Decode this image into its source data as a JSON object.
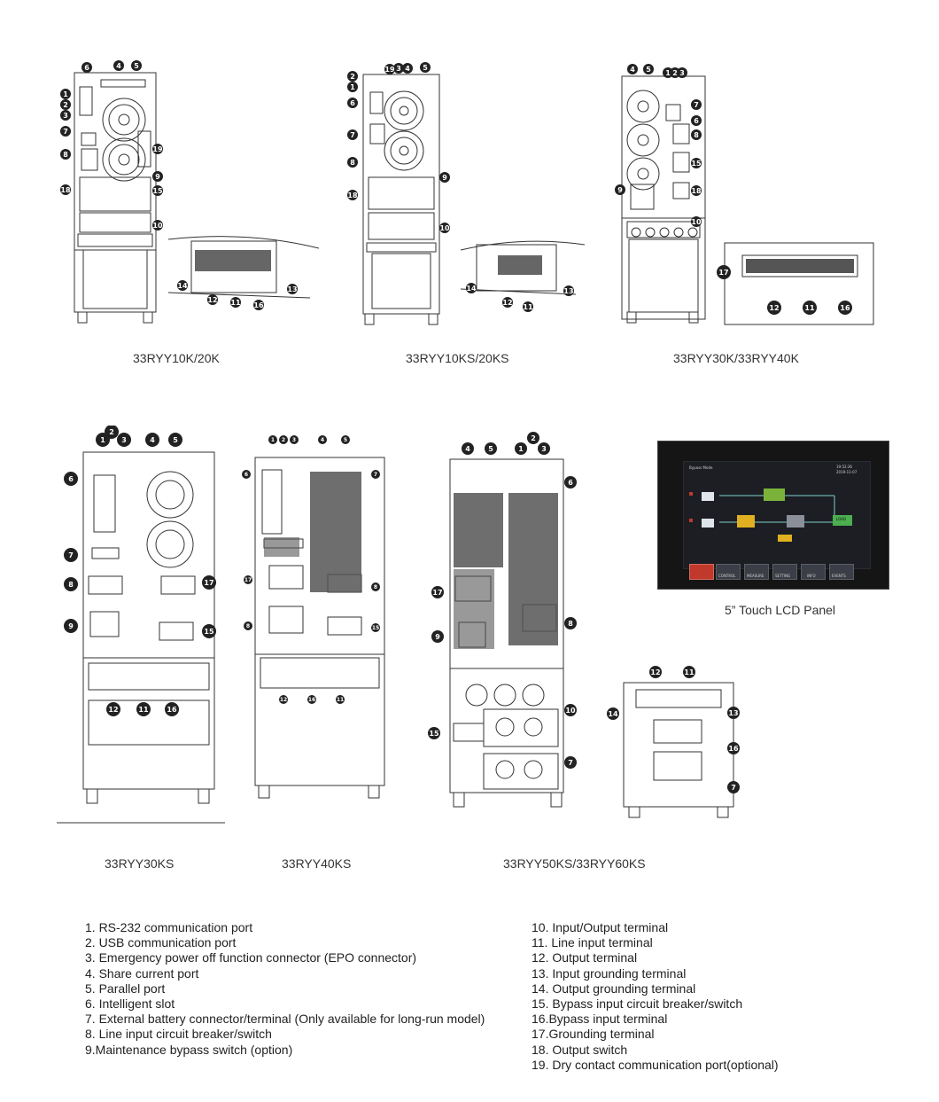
{
  "figures": [
    {
      "id": "f1",
      "caption": "33RYY10K/20K",
      "callouts": [
        "1",
        "2",
        "3",
        "4",
        "5",
        "6",
        "7",
        "8",
        "9",
        "10",
        "15",
        "18",
        "19"
      ],
      "inset_callouts": [
        "11",
        "12",
        "13",
        "14",
        "16"
      ]
    },
    {
      "id": "f2",
      "caption": "33RYY10KS/20KS",
      "callouts": [
        "1",
        "2",
        "3",
        "4",
        "5",
        "6",
        "7",
        "8",
        "9",
        "10",
        "18",
        "19"
      ],
      "inset_callouts": [
        "11",
        "12",
        "13",
        "14"
      ]
    },
    {
      "id": "f3",
      "caption": "33RYY30K/33RYY40K",
      "callouts": [
        "1",
        "2",
        "3",
        "4",
        "5",
        "6",
        "7",
        "8",
        "9",
        "10",
        "15",
        "18"
      ],
      "inset_callouts": [
        "11",
        "12",
        "16",
        "17"
      ]
    },
    {
      "id": "f4",
      "caption": "33RYY30KS",
      "callouts": [
        "1",
        "2",
        "3",
        "4",
        "5",
        "6",
        "7",
        "8",
        "9",
        "11",
        "12",
        "15",
        "16",
        "17"
      ]
    },
    {
      "id": "f5",
      "caption": "33RYY40KS",
      "callouts": [
        "1",
        "2",
        "3",
        "4",
        "5",
        "6",
        "7",
        "8",
        "11",
        "12",
        "15",
        "16",
        "17"
      ]
    },
    {
      "id": "f6",
      "caption": "33RYY50KS/33RYY60KS",
      "callouts": [
        "2",
        "3",
        "4",
        "5",
        "6",
        "7",
        "8",
        "9",
        "10",
        "15",
        "17"
      ],
      "inset_callouts": [
        "7",
        "11",
        "12",
        "13",
        "14",
        "16"
      ]
    }
  ],
  "lcd_panel": {
    "caption": "5” Touch LCD Panel",
    "screen_mode": "Bypass Mode",
    "time": "19:52:36",
    "date": "2019-11-07",
    "load_label": "LOAD",
    "buttons": [
      "CONTROL",
      "MEASURE",
      "SETTING",
      "INFO",
      "EVENTS"
    ]
  },
  "legend_left": [
    "1. RS-232 communication port",
    "2. USB communication port",
    "3. Emergency power off function connector (EPO connector)",
    "4. Share current port",
    "5. Parallel port",
    "6. Intelligent slot",
    "7. External battery connector/terminal (Only available for long-run model)",
    "8. Line input circuit breaker/switch",
    "9.Maintenance bypass switch (option)"
  ],
  "legend_right": [
    "10. Input/Output terminal",
    "11. Line input terminal",
    "12. Output terminal",
    "13. Input grounding terminal",
    "14. Output grounding terminal",
    "15. Bypass input circuit breaker/switch",
    "16.Bypass input terminal",
    "17.Grounding terminal",
    "18. Output switch",
    "19. Dry contact communication port(optional)"
  ]
}
